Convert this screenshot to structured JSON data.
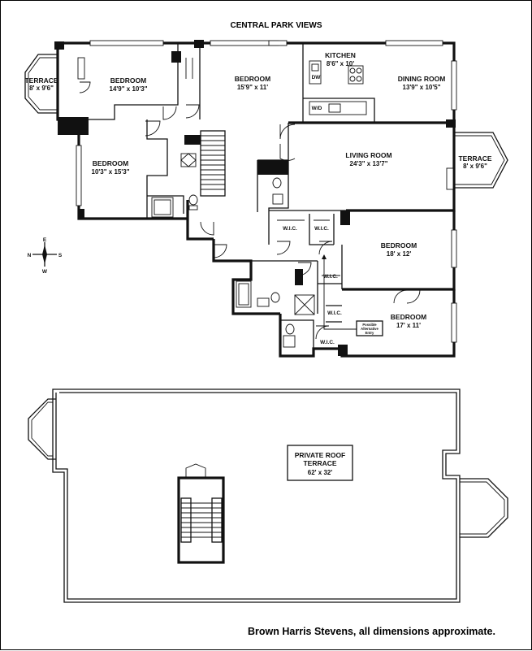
{
  "title": "CENTRAL PARK VIEWS",
  "rooms": [
    {
      "id": "terrace-west",
      "name": "TERRACE",
      "dims": "8' x 9'6\""
    },
    {
      "id": "bedroom-1",
      "name": "BEDROOM",
      "dims": "14'9\" x 10'3\""
    },
    {
      "id": "bedroom-2",
      "name": "BEDROOM",
      "dims": "15'9\" x 11'"
    },
    {
      "id": "kitchen",
      "name": "KITCHEN",
      "dims": "8'6\" x 10'"
    },
    {
      "id": "dining-room",
      "name": "DINING ROOM",
      "dims": "13'9\" x 10'5\""
    },
    {
      "id": "bedroom-3",
      "name": "BEDROOM",
      "dims": "10'3\" x 15'3\""
    },
    {
      "id": "living-room",
      "name": "LIVING ROOM",
      "dims": "24'3\" x 13'7\""
    },
    {
      "id": "terrace-east",
      "name": "TERRACE",
      "dims": "8' x 9'6\""
    },
    {
      "id": "bedroom-4",
      "name": "BEDROOM",
      "dims": "18' x 12'"
    },
    {
      "id": "bedroom-5",
      "name": "BEDROOM",
      "dims": "17' x 11'"
    }
  ],
  "fixtures": {
    "dw": "DW",
    "wd": "W/D",
    "wic": "W.I.C."
  },
  "possible_entry": [
    "Possible",
    "Alternative",
    "Entry"
  ],
  "compass": {
    "n": "N",
    "s": "S",
    "e": "E",
    "w": "W"
  },
  "roof_terrace": {
    "name_line1": "PRIVATE ROOF",
    "name_line2": "TERRACE",
    "dims": "62' x 32'"
  },
  "footer": "Brown Harris Stevens, all dimensions approximate."
}
